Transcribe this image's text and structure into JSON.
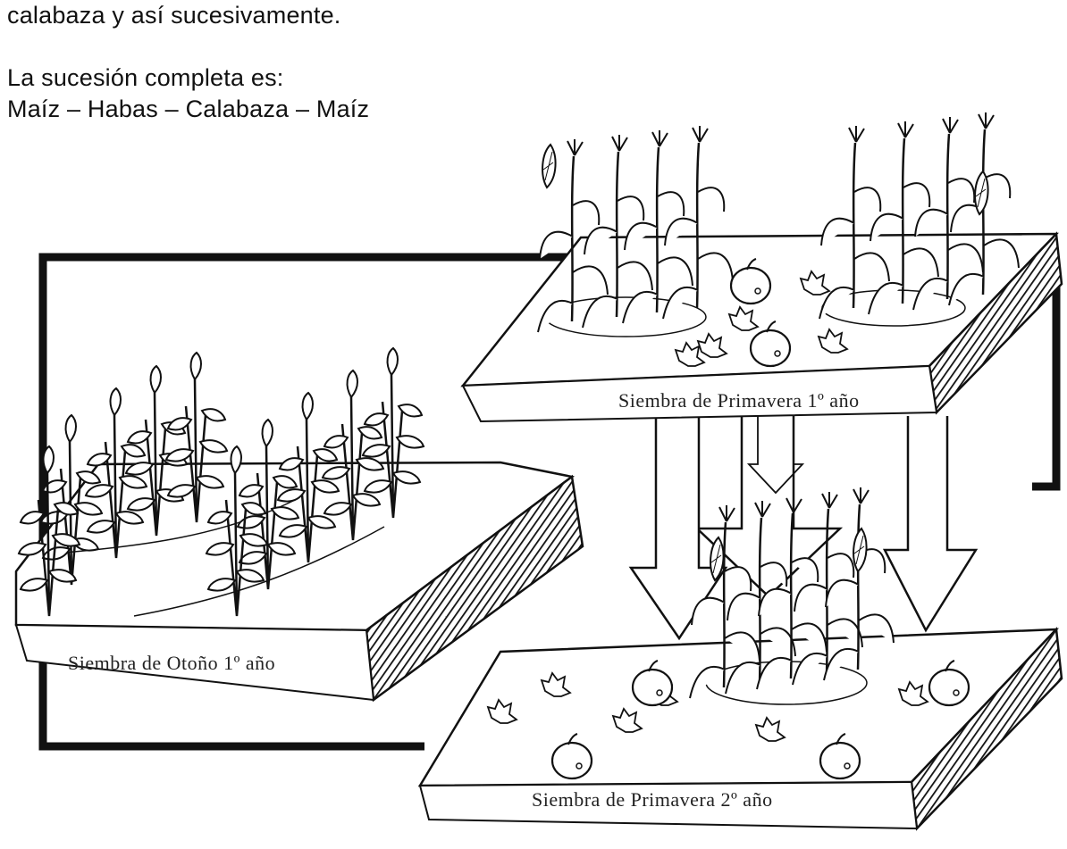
{
  "intro": {
    "line1": "calabaza y así sucesivamente.",
    "line2": "La sucesión completa es:",
    "line3": "Maíz – Habas – Calabaza – Maíz"
  },
  "plots": [
    {
      "caption": "Siembra de Otoño 1º año",
      "crop": "fava-bean-plants"
    },
    {
      "caption": "Siembra de Primavera 1º año",
      "crop": "maize-and-squash"
    },
    {
      "caption": "Siembra de Primavera 2º año",
      "crop": "maize-and-squash"
    }
  ]
}
